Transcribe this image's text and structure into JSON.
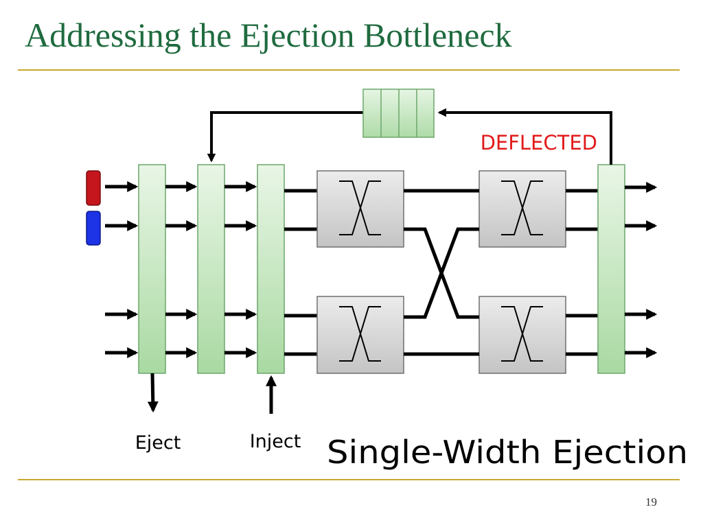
{
  "slide": {
    "title": "Addressing the Ejection Bottleneck",
    "page_number": "19"
  },
  "diagram": {
    "deflected_label": "DEFLECTED",
    "eject_label": "Eject",
    "inject_label": "Inject",
    "caption": "Single-Width Ejection",
    "colors": {
      "title": "#1f6b3f",
      "rule": "#c8a82e",
      "deflected_text": "#e21a1a",
      "stage_fill": "#b6e0b0",
      "stage_border": "#6ca66a",
      "router_fill": "#d2d2d2",
      "router_border": "#6f6f6f",
      "flit_red": "#c4161c",
      "flit_blue": "#1d33e6"
    },
    "flits": [
      {
        "color": "red"
      },
      {
        "color": "blue"
      }
    ]
  }
}
